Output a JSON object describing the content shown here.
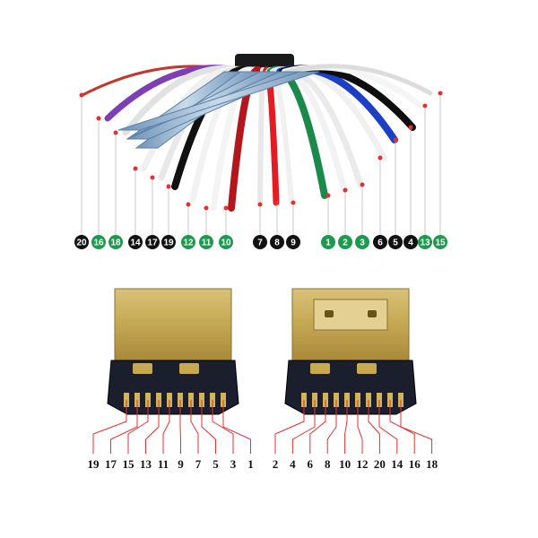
{
  "colors": {
    "badge_black": "#111111",
    "badge_green": "#1e9a4f",
    "leader_red": "#e53030",
    "connector_gold": "#c4a752",
    "connector_body": "#1b1e2c",
    "foil": "#8fb1cf"
  },
  "wire_badges": [
    {
      "label": "20",
      "color": "black"
    },
    {
      "label": "16",
      "color": "green"
    },
    {
      "label": "18",
      "color": "green"
    },
    {
      "label": "14",
      "color": "black"
    },
    {
      "label": "17",
      "color": "black"
    },
    {
      "label": "19",
      "color": "black"
    },
    {
      "label": "12",
      "color": "green"
    },
    {
      "label": "11",
      "color": "green"
    },
    {
      "label": "10",
      "color": "green"
    },
    {
      "label": "7",
      "color": "black"
    },
    {
      "label": "8",
      "color": "black"
    },
    {
      "label": "9",
      "color": "black"
    },
    {
      "label": "1",
      "color": "green"
    },
    {
      "label": "2",
      "color": "green"
    },
    {
      "label": "3",
      "color": "green"
    },
    {
      "label": "6",
      "color": "black"
    },
    {
      "label": "5",
      "color": "black"
    },
    {
      "label": "4",
      "color": "black"
    },
    {
      "label": "13",
      "color": "green"
    },
    {
      "label": "15",
      "color": "green"
    }
  ],
  "left_connector_pins": [
    "19",
    "17",
    "15",
    "13",
    "11",
    "9",
    "7",
    "5",
    "3",
    "1"
  ],
  "right_connector_pins": [
    "2",
    "4",
    "6",
    "8",
    "10",
    "12",
    "20",
    "14",
    "16",
    "18"
  ]
}
